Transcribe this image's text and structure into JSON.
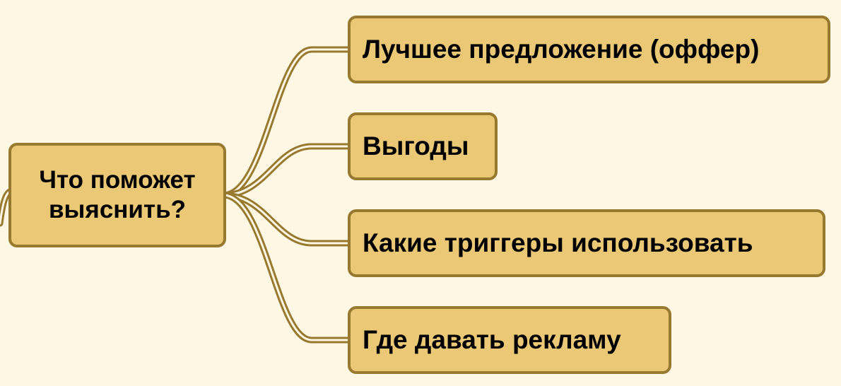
{
  "mindmap": {
    "root": {
      "label": "Что поможет выяснить?"
    },
    "children": [
      {
        "label": "Лучшее предложение (оффер)"
      },
      {
        "label": "Выгоды"
      },
      {
        "label": "Какие триггеры использовать"
      },
      {
        "label": "Где давать рекламу"
      }
    ]
  },
  "colors": {
    "background": "#fdf7e4",
    "node_fill": "#eac875",
    "node_border": "#97792f",
    "connector": "#97792f",
    "text": "#000000"
  }
}
